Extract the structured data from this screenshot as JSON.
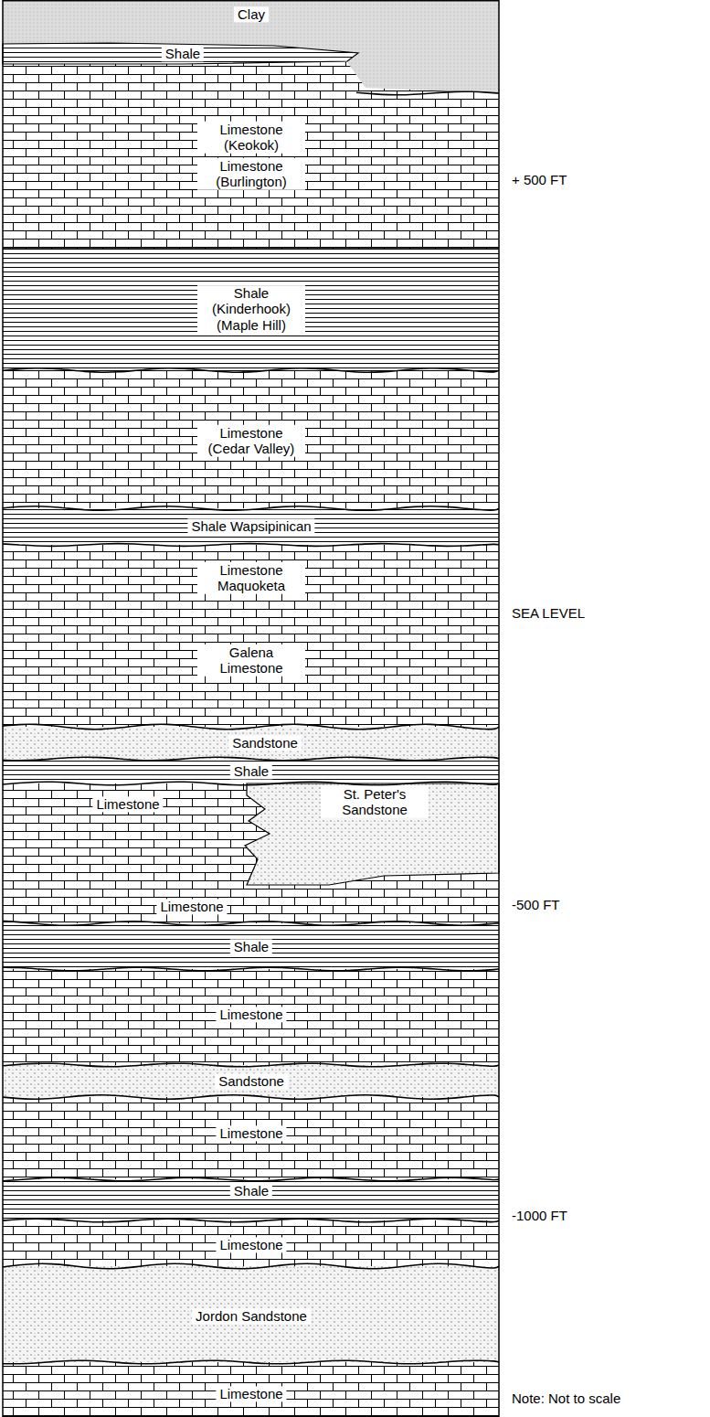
{
  "diagram": {
    "nodes": [
      {
        "text": [
          "Clay"
        ]
      },
      {
        "text": [
          "Shale"
        ]
      },
      {
        "text": [
          "Limestone (Keokok)",
          "Limestone (Burlington)"
        ]
      },
      {
        "text": [
          "Shale (Kinderhook) (Maple Hill)"
        ]
      },
      {
        "text": [
          "Limestone (Cedar Valley)"
        ]
      },
      {
        "text": [
          "Shale Wapsipinican"
        ]
      },
      {
        "text": [
          "Limestone Maquoketa",
          "Galena Limestone"
        ]
      },
      {
        "text": [
          "Sandstone"
        ]
      },
      {
        "text": [
          "Shale"
        ]
      },
      {
        "text": [
          "Limestone"
        ]
      },
      {
        "text": [
          "St. Peter's Sandstone"
        ]
      },
      {
        "text": [
          "Limestone"
        ]
      },
      {
        "text": [
          "Shale"
        ]
      },
      {
        "text": [
          "Limestone"
        ]
      },
      {
        "text": [
          "Sandstone"
        ]
      },
      {
        "text": [
          "Limestone"
        ]
      },
      {
        "text": [
          "Shale"
        ]
      },
      {
        "text": [
          "Limestone"
        ]
      },
      {
        "text": [
          "Jordon Sandstone"
        ]
      },
      {
        "text": [
          "Limestone"
        ]
      }
    ],
    "labels": [
      "+ 500 FT",
      "SEA LEVEL",
      "-500 FT",
      "-1000 FT",
      "Note: Not to scale"
    ]
  }
}
